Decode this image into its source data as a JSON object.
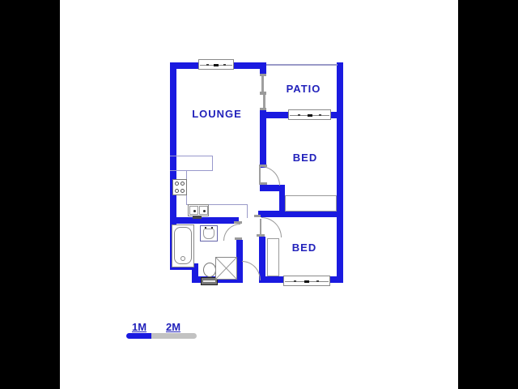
{
  "floorplan": {
    "title": "apartment-floor-plan",
    "rooms": {
      "lounge": "LOUNGE",
      "patio": "PATIO",
      "bed1": "BED",
      "bed2": "BED"
    },
    "scale": {
      "one_m": "1M",
      "two_m": "2M"
    },
    "fixtures": [
      "stove-icon",
      "kitchen-sink-icon",
      "washbasin-icon",
      "bathtub-icon",
      "toilet-icon",
      "shower-icon",
      "wardrobe",
      "window-icon",
      "door-swing-icon",
      "sliding-door-icon",
      "kitchen-counter"
    ],
    "colors": {
      "wall": "#1a1ae0",
      "room_label": "#2222bb",
      "letterbox": "#000000",
      "background": "#ffffff",
      "fixture_outline": "#888888",
      "counter_line": "#9999cc",
      "door_arc": "#999999",
      "scale_blue": "#1a1ae0",
      "scale_gray": "#c2c2c2"
    }
  }
}
